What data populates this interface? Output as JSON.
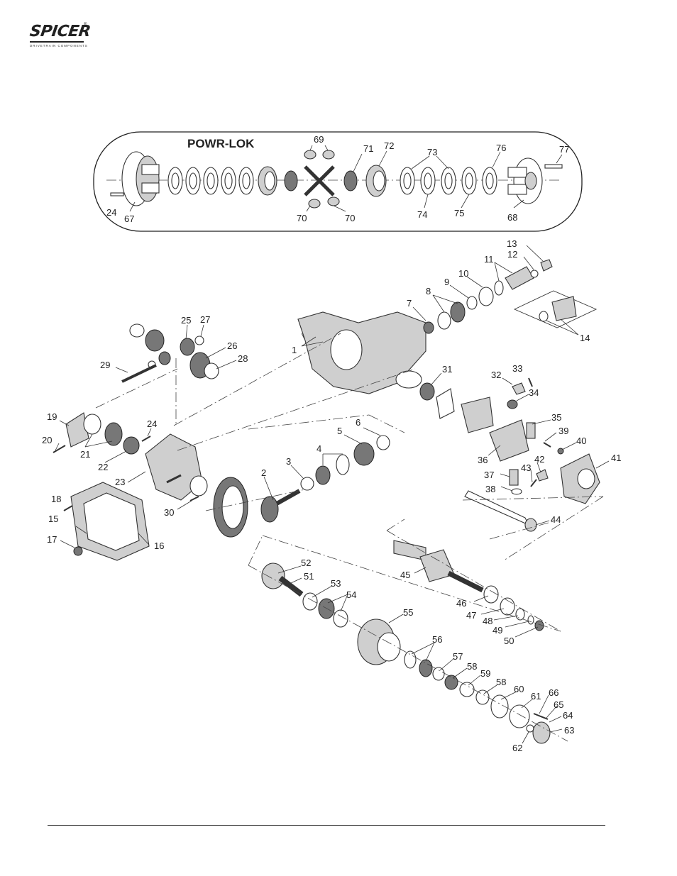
{
  "logo": {
    "brand": "SPICER",
    "registered": "®",
    "tagline": "DRIVETRAIN COMPONENTS"
  },
  "inset": {
    "title": "POWR-LOK"
  },
  "callouts": {
    "c1": "1",
    "c2": "2",
    "c3": "3",
    "c4": "4",
    "c5": "5",
    "c6": "6",
    "c7": "7",
    "c8": "8",
    "c9": "9",
    "c10": "10",
    "c11": "11",
    "c12": "12",
    "c13": "13",
    "c14": "14",
    "c15": "15",
    "c16": "16",
    "c17": "17",
    "c18": "18",
    "c19": "19",
    "c20": "20",
    "c21": "21",
    "c22": "22",
    "c23": "23",
    "c24": "24",
    "c25": "25",
    "c26": "26",
    "c27": "27",
    "c28": "28",
    "c29": "29",
    "c30": "30",
    "c31": "31",
    "c32": "32",
    "c33": "33",
    "c34": "34",
    "c35": "35",
    "c36": "36",
    "c37": "37",
    "c38": "38",
    "c39": "39",
    "c40": "40",
    "c41": "41",
    "c42": "42",
    "c43": "43",
    "c44": "44",
    "c45": "45",
    "c46": "46",
    "c47": "47",
    "c48": "48",
    "c49": "49",
    "c50": "50",
    "c51": "51",
    "c52": "52",
    "c53": "53",
    "c54": "54",
    "c55": "55",
    "c56": "56",
    "c57": "57",
    "c58": "58",
    "c59": "59",
    "c60": "60",
    "c61": "61",
    "c62": "62",
    "c63": "63",
    "c64": "64",
    "c65": "65",
    "c66": "66",
    "c67": "67",
    "c68": "68",
    "c69": "69",
    "c70": "70",
    "c71": "71",
    "c72": "72",
    "c73": "73",
    "c74": "74",
    "c75": "75",
    "c76": "76",
    "c77": "77"
  }
}
